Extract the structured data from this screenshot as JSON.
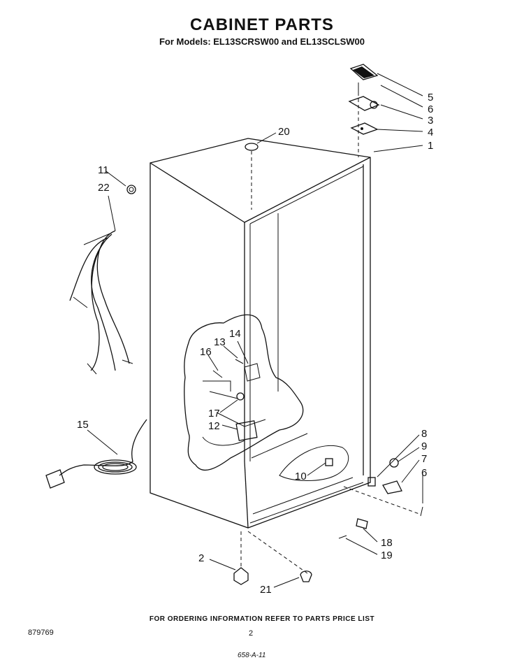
{
  "header": {
    "title": "CABINET PARTS",
    "subtitle": "For Models: EL13SCRSW00 and EL13SCLSW00"
  },
  "footer": {
    "ordering_note": "FOR ORDERING INFORMATION REFER TO PARTS PRICE LIST",
    "document_number": "879769",
    "page_number": "2",
    "code": "658-A-11"
  },
  "callouts": [
    "1",
    "2",
    "3",
    "4",
    "5",
    "6",
    "6",
    "7",
    "8",
    "9",
    "10",
    "11",
    "12",
    "13",
    "14",
    "15",
    "16",
    "17",
    "18",
    "19",
    "20",
    "21",
    "22"
  ]
}
